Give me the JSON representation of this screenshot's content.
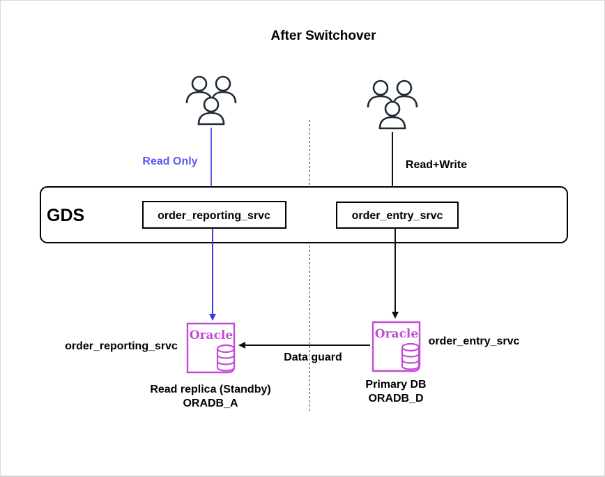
{
  "title": "After Switchover",
  "gds_label": "GDS",
  "left": {
    "edge_label": "Read Only",
    "service_box": "order_reporting_srvc",
    "db_service_label": "order_reporting_srvc",
    "db_logo_text": "Oracle",
    "db_caption_line1": "Read replica (Standby)",
    "db_caption_line2": "ORADB_A"
  },
  "right": {
    "edge_label": "Read+Write",
    "service_box": "order_entry_srvc",
    "db_service_label": "order_entry_srvc",
    "db_logo_text": "Oracle",
    "db_caption_line1": "Primary DB",
    "db_caption_line2": "ORADB_D"
  },
  "replication_label": "Data guard",
  "colors": {
    "read_only": "#5b5bf0",
    "read_only_arrow": "#3a3ae0",
    "oracle": "#c34ad6",
    "users": "#1f2a37",
    "line": "#111111"
  },
  "icons": {
    "users": "users-group-icon",
    "database": "oracle-database-icon"
  }
}
